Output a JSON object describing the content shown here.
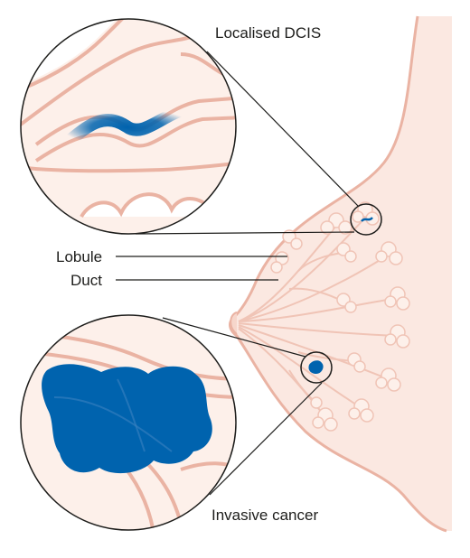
{
  "labels": {
    "top": "Localised DCIS",
    "lobule": "Lobule",
    "duct": "Duct",
    "bottom": "Invasive cancer"
  },
  "colors": {
    "skin": "#fbe8e1",
    "tissue_line": "#eab3a3",
    "lobule_fill": "#fdf0ea",
    "tumour": "#0063ae",
    "outline": "#1d1d1b",
    "text": "#1d1d1b"
  }
}
